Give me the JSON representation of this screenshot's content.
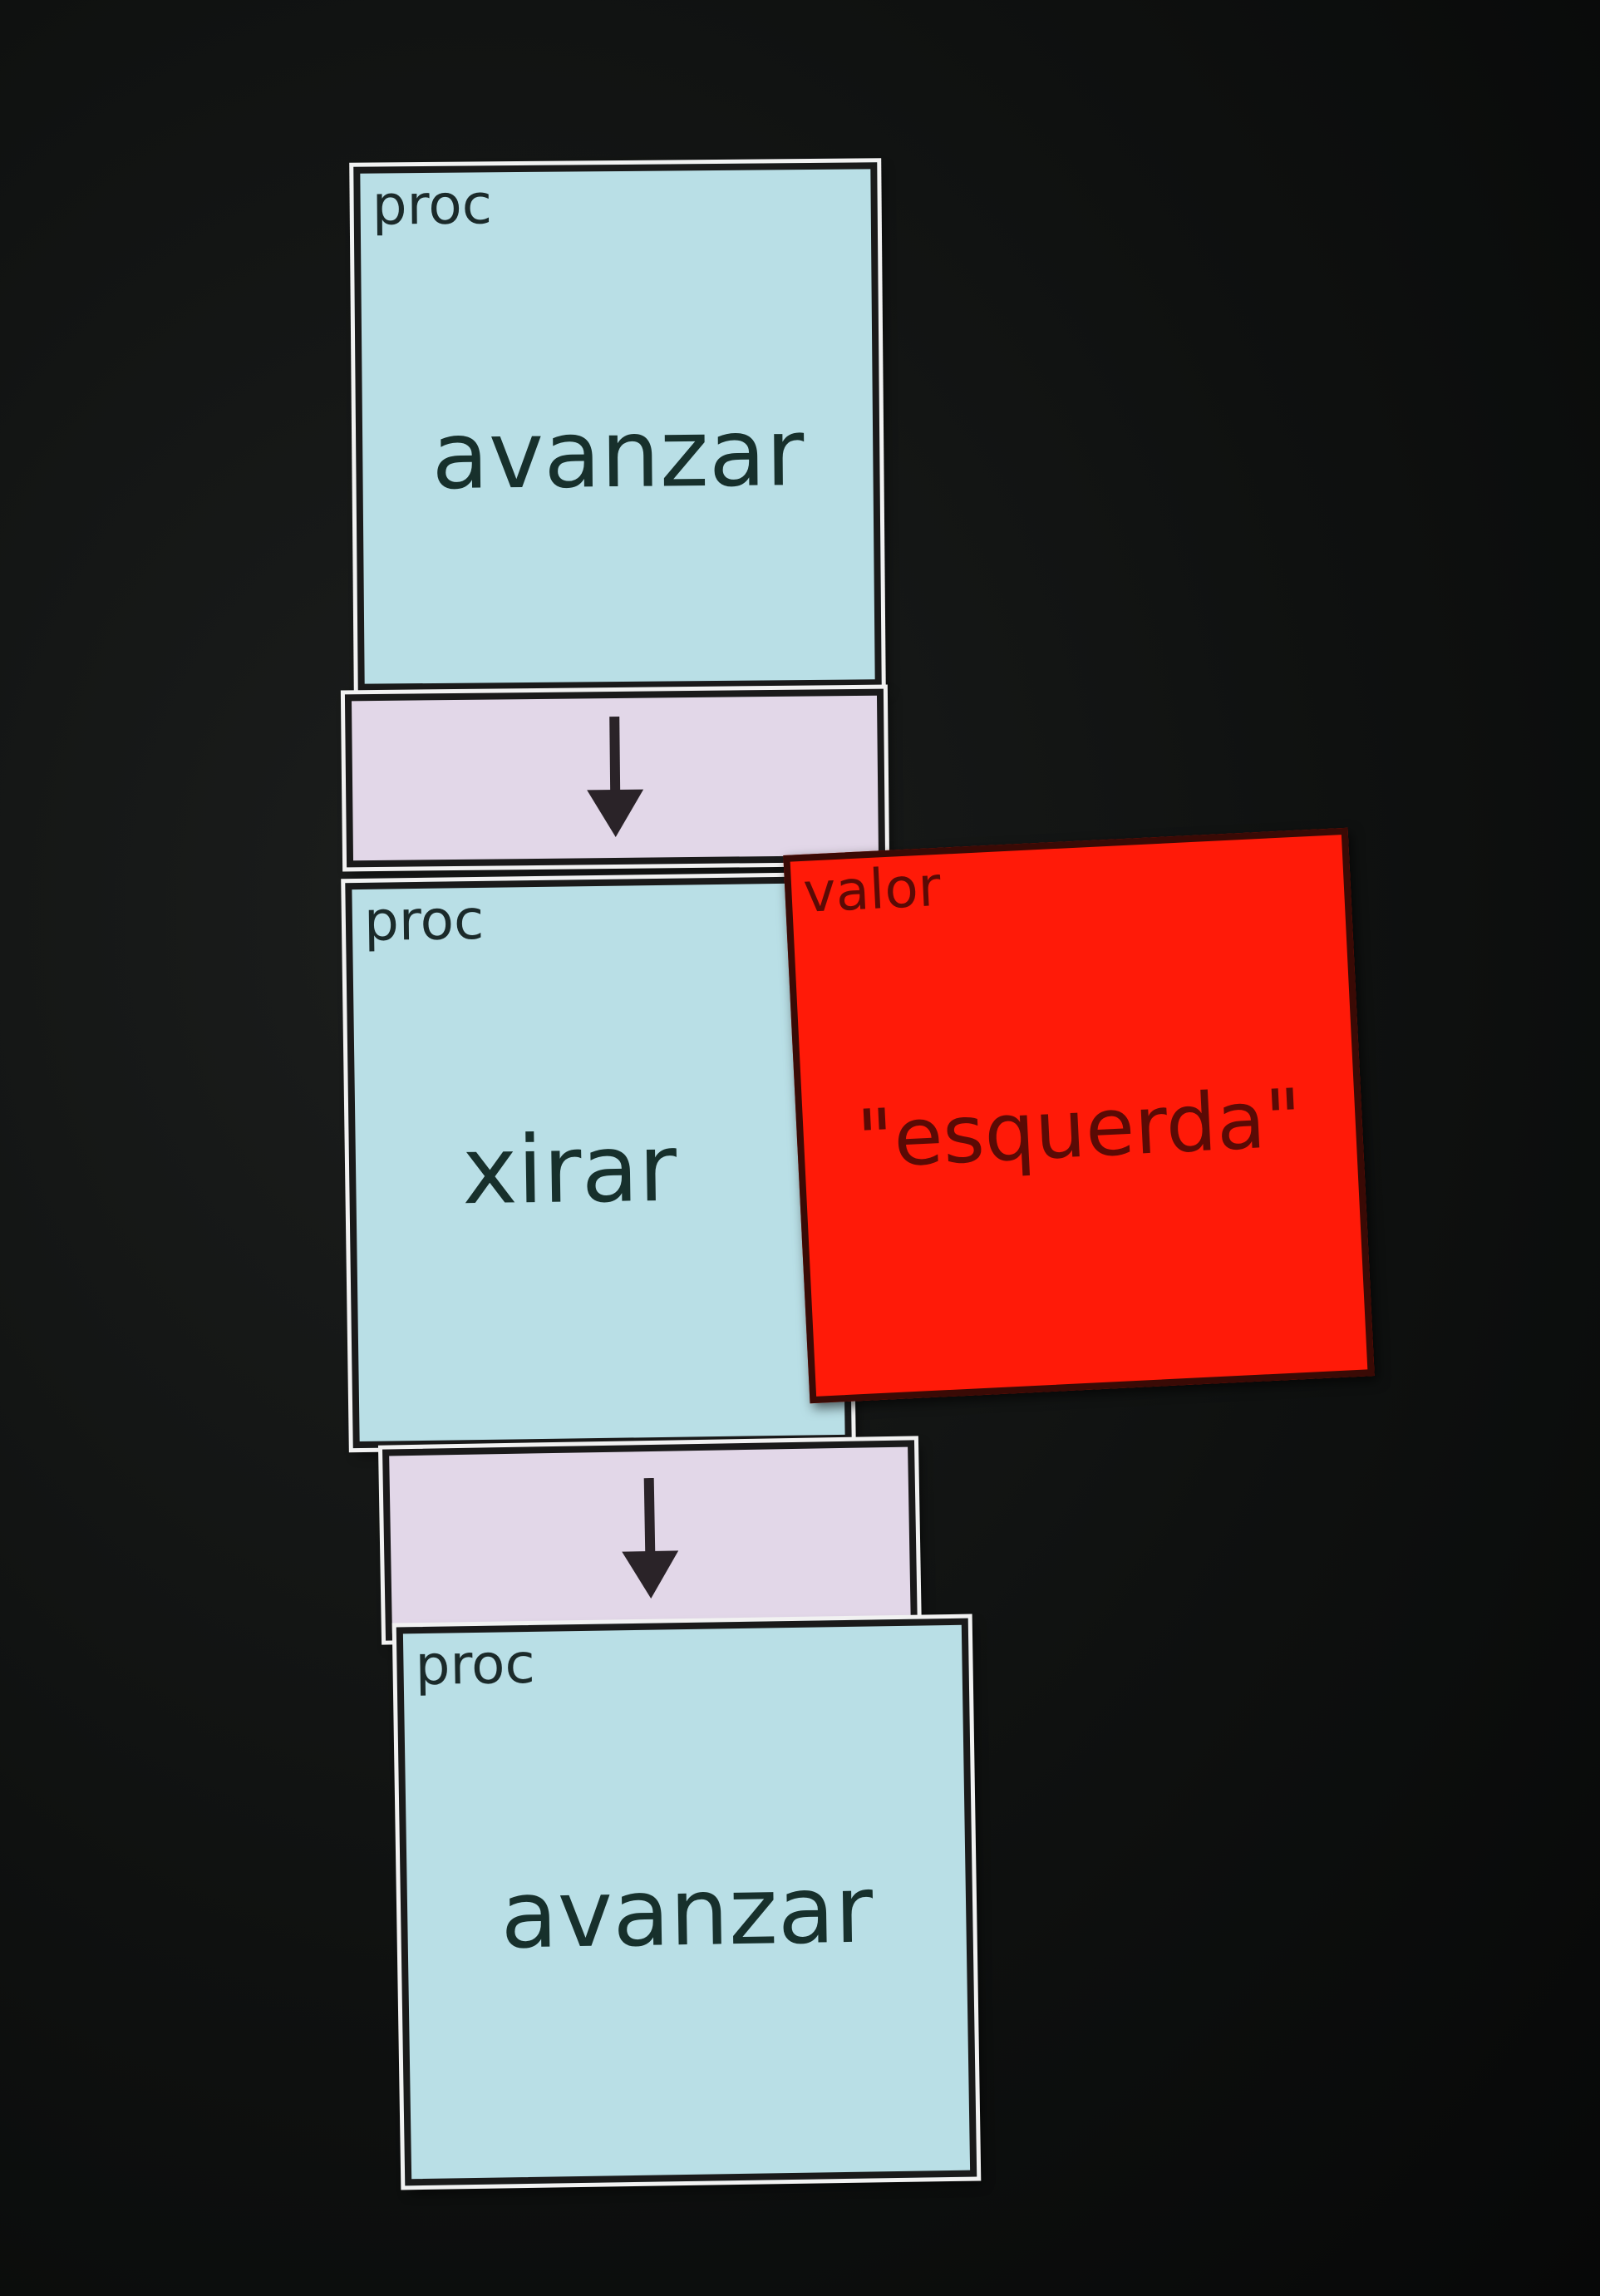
{
  "blocks": [
    {
      "tag": "proc",
      "text": "avanzar"
    },
    {
      "tag": "proc",
      "text": "xirar"
    },
    {
      "tag": "proc",
      "text": "avanzar"
    }
  ],
  "value_block": {
    "tag": "valor",
    "text": "\"esquerda\""
  },
  "colors": {
    "procedure": "#b9dfe6",
    "connector": "#e2d7e8",
    "value": "#ff1a08",
    "background": "#0d0e0e"
  },
  "icons": {
    "connector": "down-arrow-icon"
  }
}
